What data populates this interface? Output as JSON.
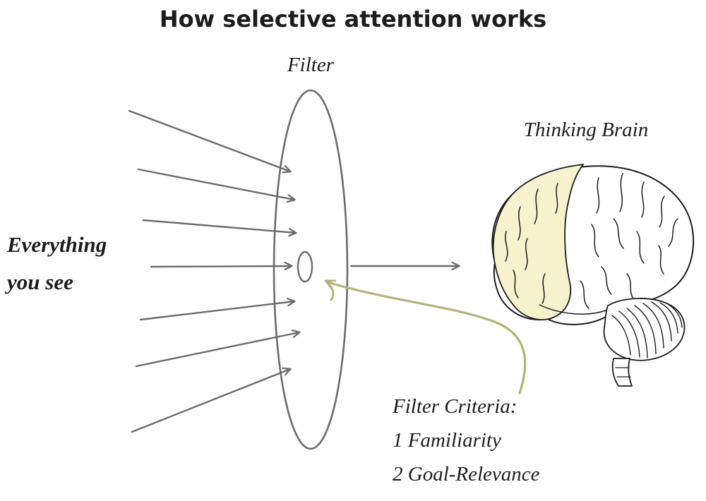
{
  "title": "How selective attention works",
  "filter_label": "Filter",
  "left_label": {
    "line1": "Everything",
    "line2": "you see"
  },
  "brain_label": "Thinking Brain",
  "criteria": {
    "heading": "Filter Criteria:",
    "items": [
      "1 Familiarity",
      "2 Goal-Relevance"
    ]
  },
  "colors": {
    "background": "#ffffff",
    "ink": "#1c1c1c",
    "arrow": "#6b6b6b",
    "brain_fill": "#f6f2cd",
    "criteria_arrow": "#b3b378"
  }
}
